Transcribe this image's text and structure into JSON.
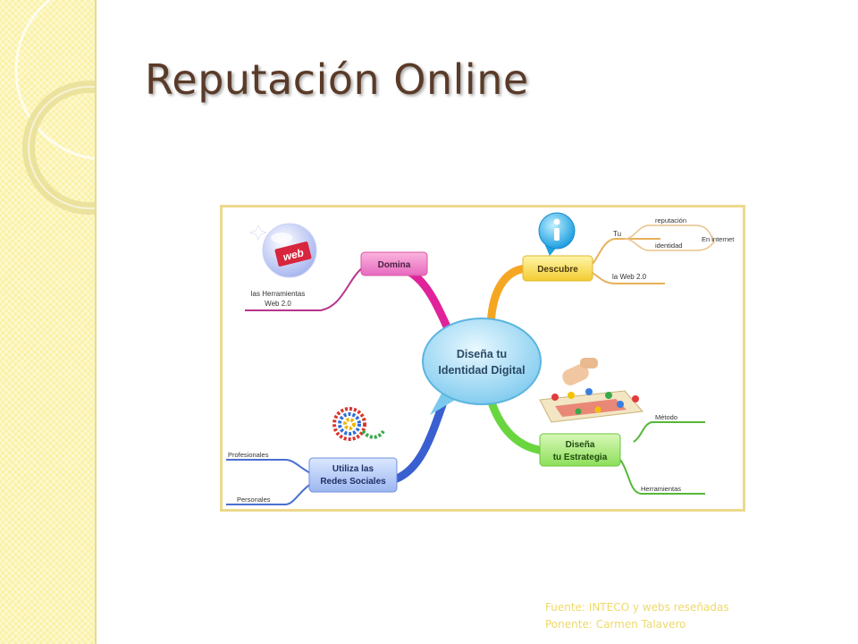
{
  "slide": {
    "title": "Reputación Online",
    "footer": {
      "line1": "Fuente: INTECO y webs reseñadas",
      "line2": "Ponente: Carmen Talavero"
    }
  },
  "mindmap": {
    "center": {
      "line1": "Diseña tu",
      "line2": "Identidad Digital"
    },
    "domina": {
      "label": "Domina",
      "leaf_line1": "las Herramientas",
      "leaf_line2": "Web 2.0",
      "badge_text": "web"
    },
    "descubre": {
      "label": "Descubre",
      "tu": "Tu",
      "reputacion": "reputación",
      "identidad": "identidad",
      "en_internet": "En internet",
      "web20": "la Web 2.0"
    },
    "estrategia": {
      "line1": "Diseña",
      "line2": "tu Estrategia",
      "metodo": "Método",
      "herramientas": "Herramientas"
    },
    "redes": {
      "line1": "Utiliza las",
      "line2": "Redes Sociales",
      "profesionales": "Profesionales",
      "personales": "Personales"
    }
  },
  "colors": {
    "title": "#5a3a28",
    "footer": "#efd96a",
    "sidebar": "#fbf1a3",
    "center_bubble": "#8fd3f0",
    "domina_branch": "#e0239a",
    "descubre_branch": "#f5a623",
    "estrategia_branch": "#6ad63f",
    "redes_branch": "#3a5fd0"
  }
}
